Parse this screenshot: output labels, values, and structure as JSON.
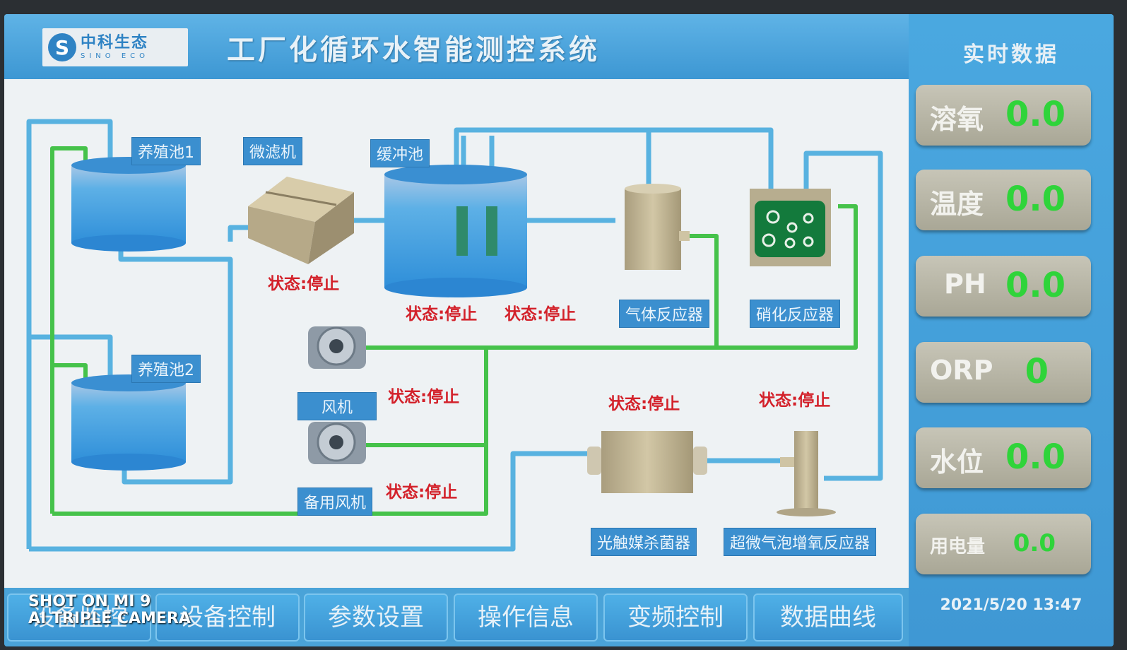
{
  "header": {
    "logo_cn": "中科生态",
    "logo_en": "SINO ECO",
    "logo_mark": "S",
    "title": "工厂化循环水智能测控系统"
  },
  "diagram": {
    "labels": {
      "tank1": "养殖池1",
      "microfilter": "微滤机",
      "buffer_tank": "缓冲池",
      "tank2": "养殖池2",
      "gas_reactor": "气体反应器",
      "nitrification": "硝化反应器",
      "fan": "风机",
      "backup_fan": "备用风机",
      "uv_sterilizer": "光触媒杀菌器",
      "oxygen_reactor": "超微气泡增氧反应器"
    },
    "status": {
      "microfilter": "状态:停止",
      "pump1": "状态:停止",
      "pump2": "状态:停止",
      "fan": "状态:停止",
      "backup_fan": "状态:停止",
      "uv_sterilizer": "状态:停止",
      "oxygen_reactor": "状态:停止"
    }
  },
  "panel": {
    "title": "实时数据",
    "readings": [
      {
        "name": "溶氧",
        "value": "0.0"
      },
      {
        "name": "温度",
        "value": "0.0"
      },
      {
        "name": "PH",
        "value": "0.0"
      },
      {
        "name": "ORP",
        "value": "0"
      },
      {
        "name": "水位",
        "value": "0.0"
      },
      {
        "name": "用电量",
        "value": "0.0"
      }
    ],
    "datetime": "2021/5/20 13:47"
  },
  "nav": {
    "items": [
      "设备监控",
      "设备控制",
      "参数设置",
      "操作信息",
      "变频控制",
      "数据曲线"
    ]
  },
  "watermark": {
    "line1": "SHOT ON MI 9",
    "line2": "AI TRIPLE CAMERA"
  },
  "colors": {
    "pipe_blue": "#58b2e0",
    "pipe_green": "#45c24a",
    "status_red": "#d3212a",
    "value_green": "#2fd43a"
  }
}
